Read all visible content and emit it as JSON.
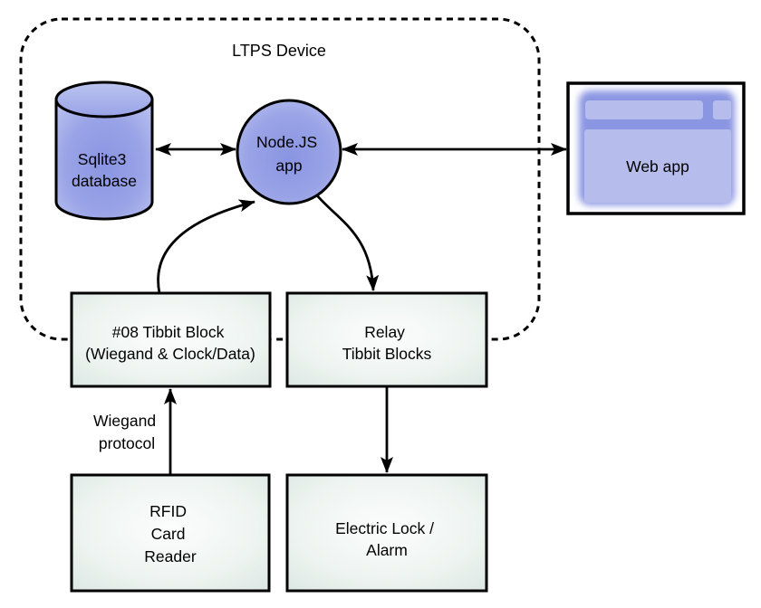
{
  "title": "LTPS Device",
  "colors": {
    "stroke": "#000000",
    "blue_core": "#8a95e2",
    "blue_mid": "#99a3e6",
    "blue_edge": "#bcc4f0",
    "blue_bar": "#b6bdec",
    "box_center": "#fcfdfd",
    "box_mid": "#eef4f1",
    "box_edge": "#d8e5e0"
  },
  "nodes": {
    "sqlite": {
      "line1": "Sqlite3",
      "line2": "database"
    },
    "nodejs": {
      "line1": "Node.JS",
      "line2": "app"
    },
    "webapp": {
      "label": "Web app"
    },
    "tibbit08": {
      "line1": "#08 Tibbit Block",
      "line2": "(Wiegand & Clock/Data)"
    },
    "relay": {
      "line1": "Relay",
      "line2": "Tibbit Blocks"
    },
    "rfid": {
      "line1": "RFID",
      "line2": "Card",
      "line3": "Reader"
    },
    "lock": {
      "line1": "Electric Lock /",
      "line2": "Alarm"
    }
  },
  "labels": {
    "wiegand": {
      "line1": "Wiegand",
      "line2": "protocol"
    }
  }
}
